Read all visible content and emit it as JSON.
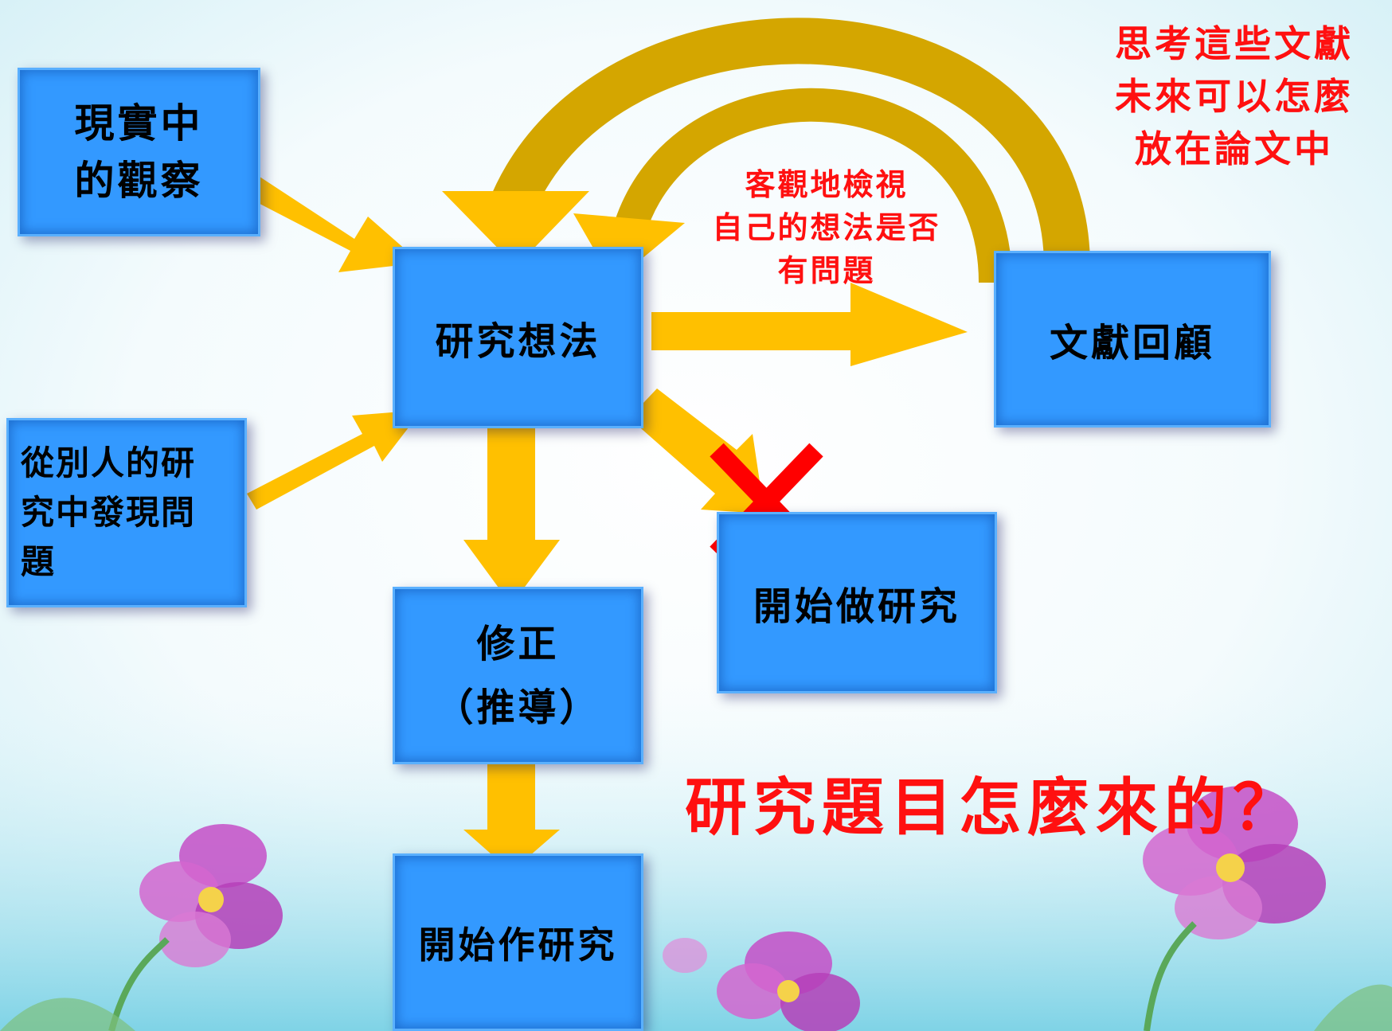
{
  "boxes": {
    "observation": "現實中\n的觀察",
    "from_others": "從別人的研\n究中發現問\n題",
    "idea": "研究想法",
    "literature": "文獻回顧",
    "start_wrong": "開始做研究",
    "revise": "修正\n（推導）",
    "start_research": "開始作研究"
  },
  "notes": {
    "objective_check": "客觀地檢視\n自己的想法是否\n有問題",
    "future_use": "思考這些文獻\n未來可以怎麼\n放在論文中"
  },
  "title": "研究題目怎麼來的？",
  "colors": {
    "box": "#3399ff",
    "arrow": "#ffc000",
    "arc_dark": "#d4a600",
    "note": "#ff1010",
    "cross": "#ff0000"
  }
}
